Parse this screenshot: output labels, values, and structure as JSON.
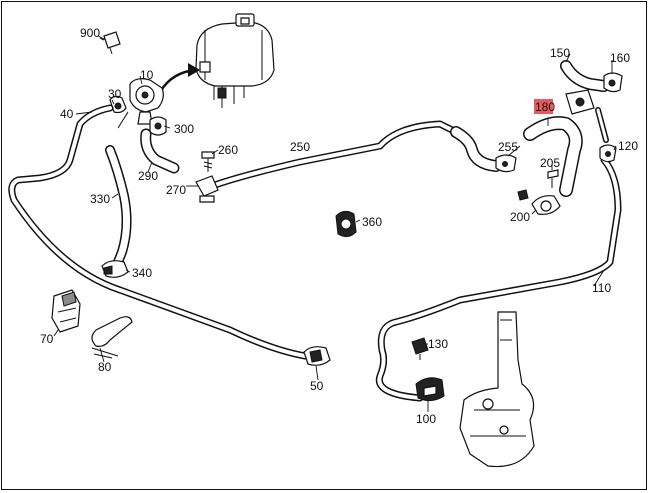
{
  "highlight_color": "#e8585c",
  "callouts": [
    {
      "id": "900",
      "text": "900"
    },
    {
      "id": "10",
      "text": "10"
    },
    {
      "id": "40",
      "text": "40"
    },
    {
      "id": "30",
      "text": "30"
    },
    {
      "id": "300",
      "text": "300"
    },
    {
      "id": "260",
      "text": "260"
    },
    {
      "id": "250",
      "text": "250"
    },
    {
      "id": "290",
      "text": "290"
    },
    {
      "id": "270",
      "text": "270"
    },
    {
      "id": "330",
      "text": "330"
    },
    {
      "id": "340",
      "text": "340"
    },
    {
      "id": "360",
      "text": "360"
    },
    {
      "id": "150",
      "text": "150"
    },
    {
      "id": "160",
      "text": "160"
    },
    {
      "id": "180",
      "text": "180",
      "highlighted": true
    },
    {
      "id": "255",
      "text": "255"
    },
    {
      "id": "120",
      "text": "120"
    },
    {
      "id": "205",
      "text": "205"
    },
    {
      "id": "200",
      "text": "200"
    },
    {
      "id": "110",
      "text": "110"
    },
    {
      "id": "70",
      "text": "70"
    },
    {
      "id": "80",
      "text": "80"
    },
    {
      "id": "130",
      "text": "130"
    },
    {
      "id": "50",
      "text": "50"
    },
    {
      "id": "100",
      "text": "100"
    }
  ]
}
